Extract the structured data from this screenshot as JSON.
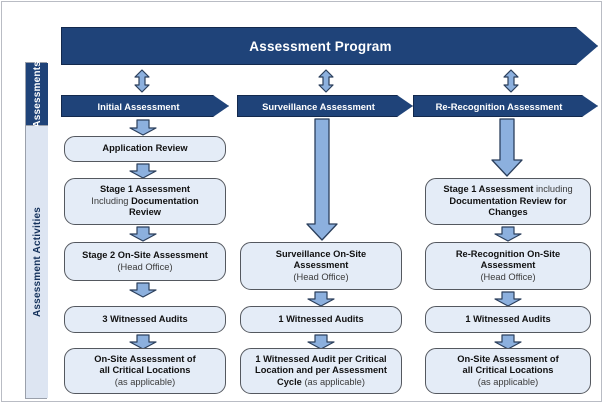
{
  "diagram": {
    "title": "Assessment Program",
    "sidebar": {
      "top_label": "Assessments",
      "bottom_label": "Assessment Activities"
    },
    "phases": [
      {
        "label": "Initial Assessment"
      },
      {
        "label": "Surveillance Assessment"
      },
      {
        "label": "Re-Recognition Assessment"
      }
    ],
    "columns": [
      {
        "name": "initial",
        "boxes": [
          {
            "line1": "Application Review"
          },
          {
            "line1": "Stage 1 Assessment",
            "line2a": "Including ",
            "line2b": "Documentation",
            "line3": "Review"
          },
          {
            "line1": "Stage 2 On-Site Assessment",
            "line2": "(Head Office)"
          },
          {
            "line1": "3 Witnessed Audits"
          },
          {
            "line1": "On-Site Assessment of",
            "line2": "all Critical Locations",
            "line3": "(as applicable)"
          }
        ]
      },
      {
        "name": "surveillance",
        "boxes": [
          {
            "line1": "Surveillance On-Site",
            "line2": "Assessment",
            "line3": "(Head Office)"
          },
          {
            "line1": "1 Witnessed Audits"
          },
          {
            "line1": "1 Witnessed Audit per Critical",
            "line2": "Location and per Assessment",
            "line3a": "Cycle ",
            "line3b": "(as applicable)"
          }
        ]
      },
      {
        "name": "re-recognition",
        "boxes": [
          {
            "line1a": "Stage 1 Assessment ",
            "line1b": "including",
            "line2": "Documentation Review for",
            "line3": "Changes"
          },
          {
            "line1": "Re-Recognition On-Site",
            "line2": "Assessment",
            "line3": "(Head Office)"
          },
          {
            "line1": "1 Witnessed Audits"
          },
          {
            "line1": "On-Site Assessment of",
            "line2": "all Critical Locations",
            "line3": "(as applicable)"
          }
        ]
      }
    ],
    "colors": {
      "navy": "#1f4379",
      "navy_border": "#13294d",
      "box_fill": "#e4ecf7",
      "box_border": "#54585f",
      "arrow_fill": "#8cb0de",
      "arrow_border": "#2b3f5c",
      "rail_light": "#dde5f2"
    }
  }
}
